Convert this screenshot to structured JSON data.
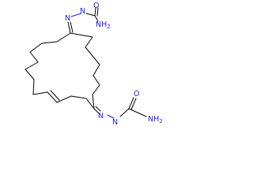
{
  "atoms": {
    "n_top_1": "N",
    "n_top_2": "N",
    "o_top": "O",
    "nh2_top": "NH2",
    "n_bottom_1": "N",
    "n_bottom_2": "N",
    "o_bottom": "O",
    "nh2_bottom": "NH2"
  },
  "colors": {
    "bond": "#000000",
    "heteroatom": "#1a1aff",
    "background": "#ffffff"
  }
}
